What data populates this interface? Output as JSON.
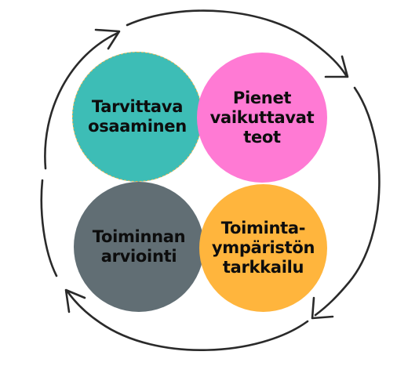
{
  "colors": {
    "teal": "#3dbdb6",
    "pink": "#ff7ad4",
    "slate": "#616e74",
    "orange": "#ffb53d",
    "dark_text": "#0d0d0d",
    "arrow": "#2a2a2a"
  },
  "nodes": {
    "teal": {
      "label": "Tarvittava\nosaaminen"
    },
    "pink": {
      "label": "Pienet\nvaikuttavat\nteot"
    },
    "slate": {
      "label": "Toiminnan\narviointi"
    },
    "orange": {
      "label": "Toiminta-\nympäristön\ntarkkailu"
    }
  }
}
